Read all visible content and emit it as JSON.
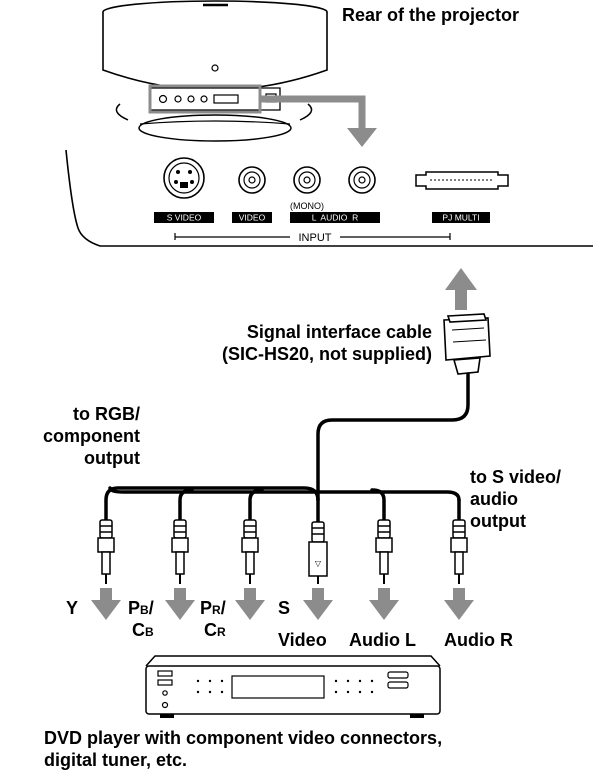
{
  "labels": {
    "rear": "Rear of the projector",
    "cable_line1": "Signal interface cable",
    "cable_line2": "(SIC-HS20, not supplied)",
    "rgb_line1": "to RGB/",
    "rgb_line2": "component",
    "rgb_line3": "output",
    "svideo_line1": "to S video/",
    "svideo_line2": "audio",
    "svideo_line3": "output",
    "y": "Y",
    "pb_main": "P",
    "pb_sub": "B",
    "pb_slash": "/",
    "cb_main": "C",
    "cb_sub": "B",
    "pr_main": "P",
    "pr_sub": "R",
    "pr_slash": "/",
    "cr_main": "C",
    "cr_sub": "R",
    "s": "S",
    "video": "Video",
    "audio_l": "Audio L",
    "audio_r": "Audio R",
    "dvd_line1": "DVD player with component video connectors,",
    "dvd_line2": "digital tuner, etc."
  },
  "panel": {
    "svideo": "S VIDEO",
    "video": "VIDEO",
    "mono": "(MONO)",
    "audio": "L  AUDIO  R",
    "pjmulti": "PJ MULTI",
    "input": "INPUT"
  },
  "colors": {
    "arrow": "#8c8c8c",
    "line": "#000000",
    "panel_label_bg": "#000000"
  }
}
